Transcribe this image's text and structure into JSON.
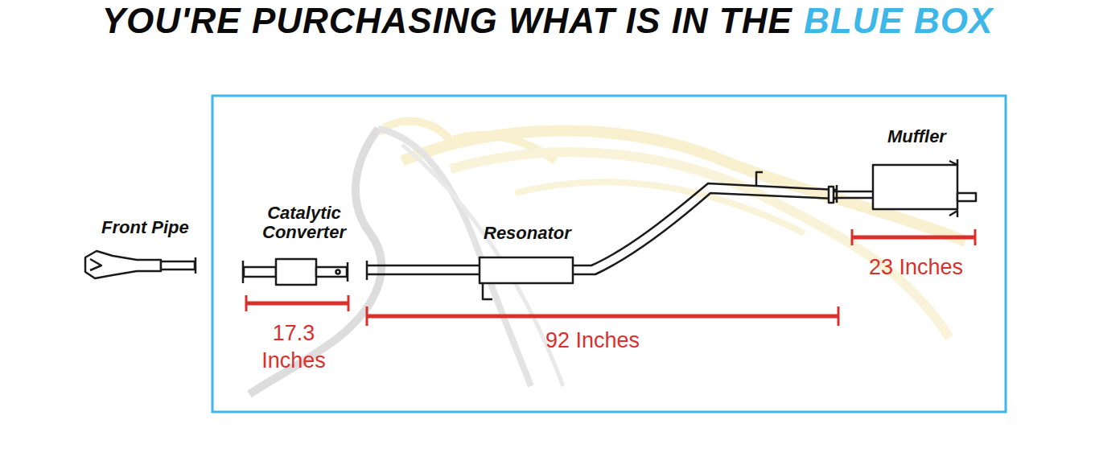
{
  "diagram": {
    "title": "YOU'RE PURCHASING WHAT IS IN THE",
    "labels": [
      "BLUE BOX",
      "Front Pipe",
      "Catalytic Converter",
      "Resonator",
      "Muffler",
      "17.3 Inches",
      "92 Inches",
      "23 Inches"
    ]
  }
}
